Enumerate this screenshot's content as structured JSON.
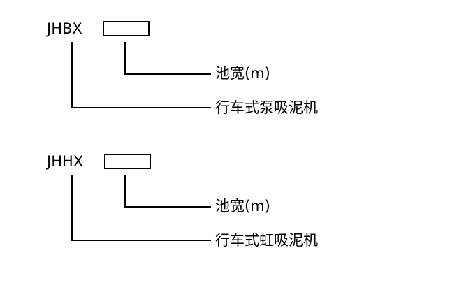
{
  "diagrams": [
    {
      "code": "JHBX",
      "param_label": "池宽(m)",
      "type_label": "行车式泵吸泥机"
    },
    {
      "code": "JHHX",
      "param_label": "池宽(m)",
      "type_label": "行车式虹吸泥机"
    }
  ]
}
